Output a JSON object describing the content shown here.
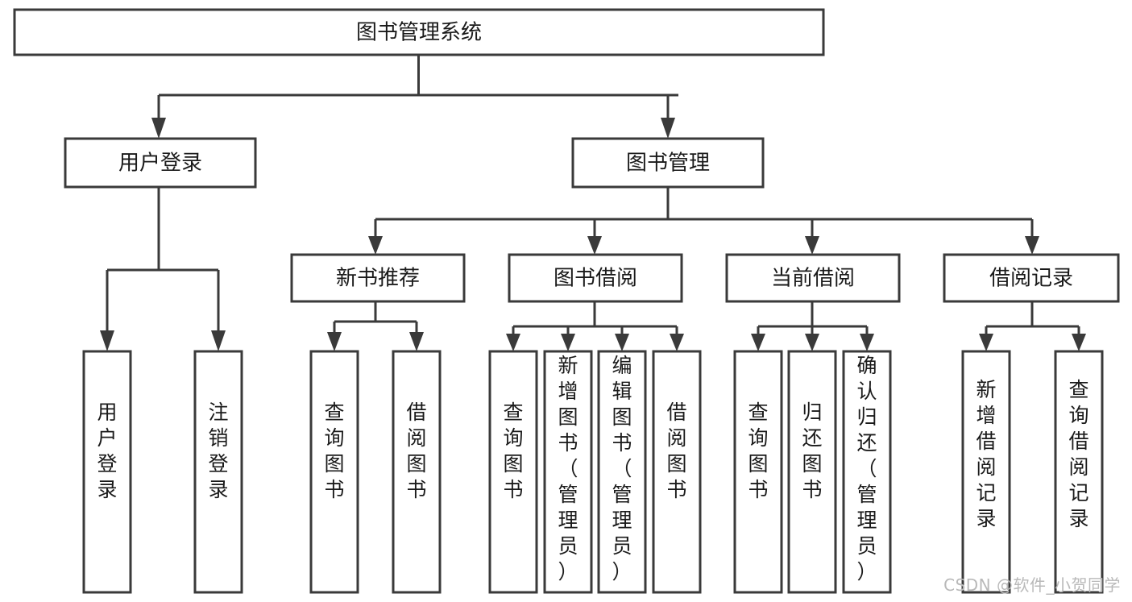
{
  "diagram": {
    "title": "图书管理系统",
    "type": "hierarchy-tree",
    "watermark": "CSDN @软件_小贺同学",
    "colors": {
      "box_stroke": "#3a3a3a",
      "box_fill": "#ffffff",
      "text": "#1a1a1a",
      "connector": "#3a3a3a",
      "background": "#ffffff",
      "watermark": "#b9b9b9"
    },
    "levels": [
      {
        "level": 1,
        "nodes": [
          {
            "id": "root",
            "label": "图书管理系统",
            "orientation": "horizontal"
          }
        ]
      },
      {
        "level": 2,
        "nodes": [
          {
            "id": "login",
            "label": "用户登录",
            "orientation": "horizontal",
            "parent": "root"
          },
          {
            "id": "bookmgmt",
            "label": "图书管理",
            "orientation": "horizontal",
            "parent": "root"
          }
        ]
      },
      {
        "level": 3,
        "nodes": [
          {
            "id": "newbook",
            "label": "新书推荐",
            "orientation": "horizontal",
            "parent": "bookmgmt"
          },
          {
            "id": "borrow",
            "label": "图书借阅",
            "orientation": "horizontal",
            "parent": "bookmgmt"
          },
          {
            "id": "current",
            "label": "当前借阅",
            "orientation": "horizontal",
            "parent": "bookmgmt"
          },
          {
            "id": "records",
            "label": "借阅记录",
            "orientation": "horizontal",
            "parent": "bookmgmt"
          }
        ]
      },
      {
        "level": 4,
        "nodes": [
          {
            "id": "leaf1",
            "label": "用户登录",
            "orientation": "vertical",
            "parent": "login"
          },
          {
            "id": "leaf2",
            "label": "注销登录",
            "orientation": "vertical",
            "parent": "login"
          },
          {
            "id": "leaf3",
            "label": "查询图书",
            "orientation": "vertical",
            "parent": "newbook"
          },
          {
            "id": "leaf4",
            "label": "借阅图书",
            "orientation": "vertical",
            "parent": "newbook"
          },
          {
            "id": "leaf5",
            "label": "查询图书",
            "orientation": "vertical",
            "parent": "borrow"
          },
          {
            "id": "leaf6",
            "label": "新增图书（管理员）",
            "orientation": "vertical",
            "parent": "borrow"
          },
          {
            "id": "leaf7",
            "label": "编辑图书（管理员）",
            "orientation": "vertical",
            "parent": "borrow"
          },
          {
            "id": "leaf8",
            "label": "借阅图书",
            "orientation": "vertical",
            "parent": "borrow"
          },
          {
            "id": "leaf9",
            "label": "查询图书",
            "orientation": "vertical",
            "parent": "current"
          },
          {
            "id": "leaf10",
            "label": "归还图书",
            "orientation": "vertical",
            "parent": "current"
          },
          {
            "id": "leaf11",
            "label": "确认归还（管理员）",
            "orientation": "vertical",
            "parent": "current"
          },
          {
            "id": "leaf12",
            "label": "新增借阅记录",
            "orientation": "vertical",
            "parent": "records"
          },
          {
            "id": "leaf13",
            "label": "查询借阅记录",
            "orientation": "vertical",
            "parent": "records"
          }
        ]
      }
    ]
  }
}
